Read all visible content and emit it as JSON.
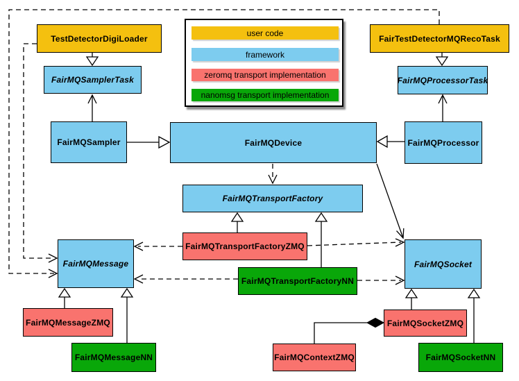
{
  "colors": {
    "user_code": "#F4C00F",
    "framework": "#7DCCEF",
    "zeromq": "#F9736E",
    "nanomsg": "#09A709",
    "border": "#000000",
    "background": "#FFFFFF"
  },
  "legend": {
    "items": [
      {
        "label": "user code",
        "color_key": "user_code"
      },
      {
        "label": "framework",
        "color_key": "framework"
      },
      {
        "label": "zeromq transport implementation",
        "color_key": "zeromq"
      },
      {
        "label": "nanomsg transport implementation",
        "color_key": "nanomsg"
      }
    ]
  },
  "nodes": {
    "testDetectorDigiLoader": {
      "label": "TestDetectorDigiLoader",
      "category": "user_code"
    },
    "fairTestDetectorMQRecoTask": {
      "label": "FairTestDetectorMQRecoTask",
      "category": "user_code"
    },
    "fairMQSamplerTask": {
      "label": "FairMQSamplerTask",
      "category": "framework",
      "abstract": true
    },
    "fairMQProcessorTask": {
      "label": "FairMQProcessorTask",
      "category": "framework",
      "abstract": true
    },
    "fairMQSampler": {
      "label": "FairMQSampler",
      "category": "framework"
    },
    "fairMQDevice": {
      "label": "FairMQDevice",
      "category": "framework"
    },
    "fairMQProcessor": {
      "label": "FairMQProcessor",
      "category": "framework"
    },
    "fairMQTransportFactory": {
      "label": "FairMQTransportFactory",
      "category": "framework",
      "abstract": true
    },
    "fairMQTransportFactoryZMQ": {
      "label": "FairMQTransportFactoryZMQ",
      "category": "zeromq"
    },
    "fairMQTransportFactoryNN": {
      "label": "FairMQTransportFactoryNN",
      "category": "nanomsg"
    },
    "fairMQMessage": {
      "label": "FairMQMessage",
      "category": "framework",
      "abstract": true
    },
    "fairMQSocket": {
      "label": "FairMQSocket",
      "category": "framework",
      "abstract": true
    },
    "fairMQMessageZMQ": {
      "label": "FairMQMessageZMQ",
      "category": "zeromq"
    },
    "fairMQMessageNN": {
      "label": "FairMQMessageNN",
      "category": "nanomsg"
    },
    "fairMQSocketZMQ": {
      "label": "FairMQSocketZMQ",
      "category": "zeromq"
    },
    "fairMQSocketNN": {
      "label": "FairMQSocketNN",
      "category": "nanomsg"
    },
    "fairMQContextZMQ": {
      "label": "FairMQContextZMQ",
      "category": "zeromq"
    }
  },
  "relations": [
    {
      "from": "TestDetectorDigiLoader",
      "to": "FairMQSamplerTask",
      "type": "inheritance"
    },
    {
      "from": "FairTestDetectorMQRecoTask",
      "to": "FairMQProcessorTask",
      "type": "inheritance"
    },
    {
      "from": "FairMQSampler",
      "to": "FairMQDevice",
      "type": "inheritance"
    },
    {
      "from": "FairMQProcessor",
      "to": "FairMQDevice",
      "type": "inheritance"
    },
    {
      "from": "FairMQTransportFactoryZMQ",
      "to": "FairMQTransportFactory",
      "type": "inheritance"
    },
    {
      "from": "FairMQTransportFactoryNN",
      "to": "FairMQTransportFactory",
      "type": "inheritance"
    },
    {
      "from": "FairMQMessageZMQ",
      "to": "FairMQMessage",
      "type": "inheritance"
    },
    {
      "from": "FairMQMessageNN",
      "to": "FairMQMessage",
      "type": "inheritance"
    },
    {
      "from": "FairMQSocketZMQ",
      "to": "FairMQSocket",
      "type": "inheritance"
    },
    {
      "from": "FairMQSocketNN",
      "to": "FairMQSocket",
      "type": "inheritance"
    },
    {
      "from": "FairMQSampler",
      "to": "FairMQSamplerTask",
      "type": "association"
    },
    {
      "from": "FairMQProcessor",
      "to": "FairMQProcessorTask",
      "type": "association"
    },
    {
      "from": "FairMQDevice",
      "to": "FairMQSocket",
      "type": "association"
    },
    {
      "from": "FairMQDevice",
      "to": "FairMQTransportFactory",
      "type": "dependency"
    },
    {
      "from": "FairMQTransportFactoryZMQ",
      "to": "FairMQMessage",
      "type": "dependency"
    },
    {
      "from": "FairMQTransportFactoryZMQ",
      "to": "FairMQSocket",
      "type": "dependency"
    },
    {
      "from": "FairMQTransportFactoryNN",
      "to": "FairMQMessage",
      "type": "dependency"
    },
    {
      "from": "FairMQTransportFactoryNN",
      "to": "FairMQSocket",
      "type": "dependency"
    },
    {
      "from": "TestDetectorDigiLoader",
      "to": "FairMQMessage",
      "type": "dependency"
    },
    {
      "from": "FairTestDetectorMQRecoTask",
      "to": "FairMQMessage",
      "type": "dependency"
    },
    {
      "from": "FairMQContextZMQ",
      "to": "FairMQSocketZMQ",
      "type": "composition"
    }
  ]
}
